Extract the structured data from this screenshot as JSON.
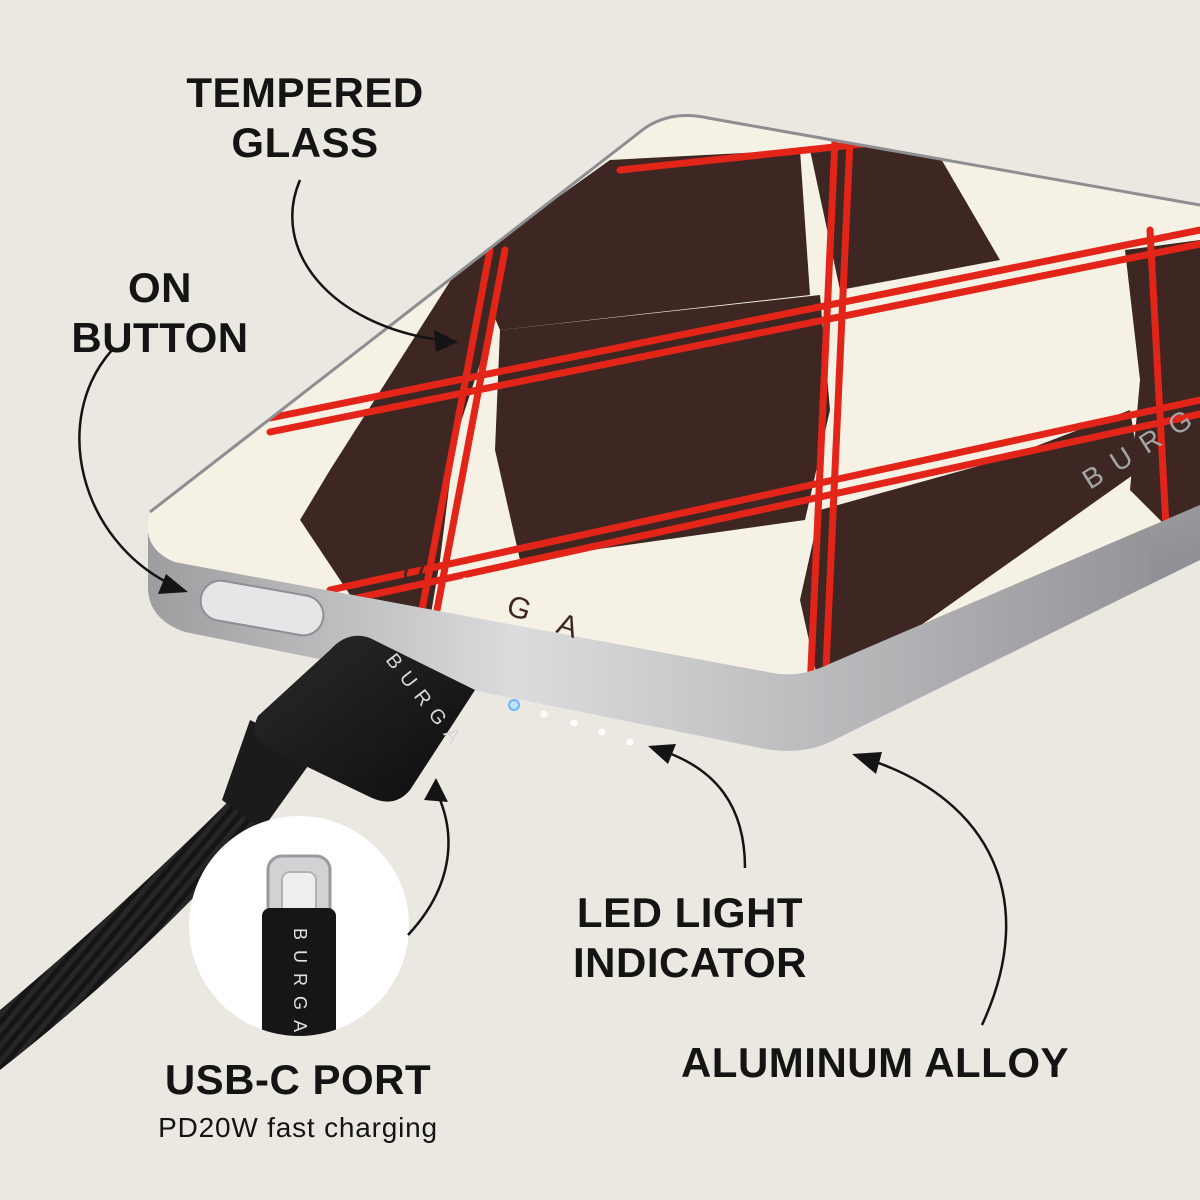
{
  "brand": {
    "name": "BURGA",
    "wordmark_letters": [
      "B",
      "U",
      "R",
      "G",
      "A"
    ]
  },
  "callouts": {
    "tempered_glass": {
      "line1": "TEMPERED",
      "line2": "GLASS"
    },
    "on_button": {
      "line1": "ON",
      "line2": "BUTTON"
    },
    "led_indicator": {
      "line1": "LED LIGHT",
      "line2": "INDICATOR"
    },
    "aluminum": {
      "line1": "ALUMINUM ALLOY"
    },
    "usb_c": {
      "title": "USB-C PORT",
      "subtitle": "PD20W fast charging"
    }
  },
  "product": {
    "pattern_colors": {
      "dark": "#3e2723",
      "light": "#f6f1e5",
      "stripe": "#e32419"
    },
    "frame_color": "#b9b9bb",
    "led_count": 5,
    "leds_lit": 1
  },
  "colors": {
    "background": "#ebe8e2",
    "text": "#141414",
    "cable": "#141414"
  }
}
